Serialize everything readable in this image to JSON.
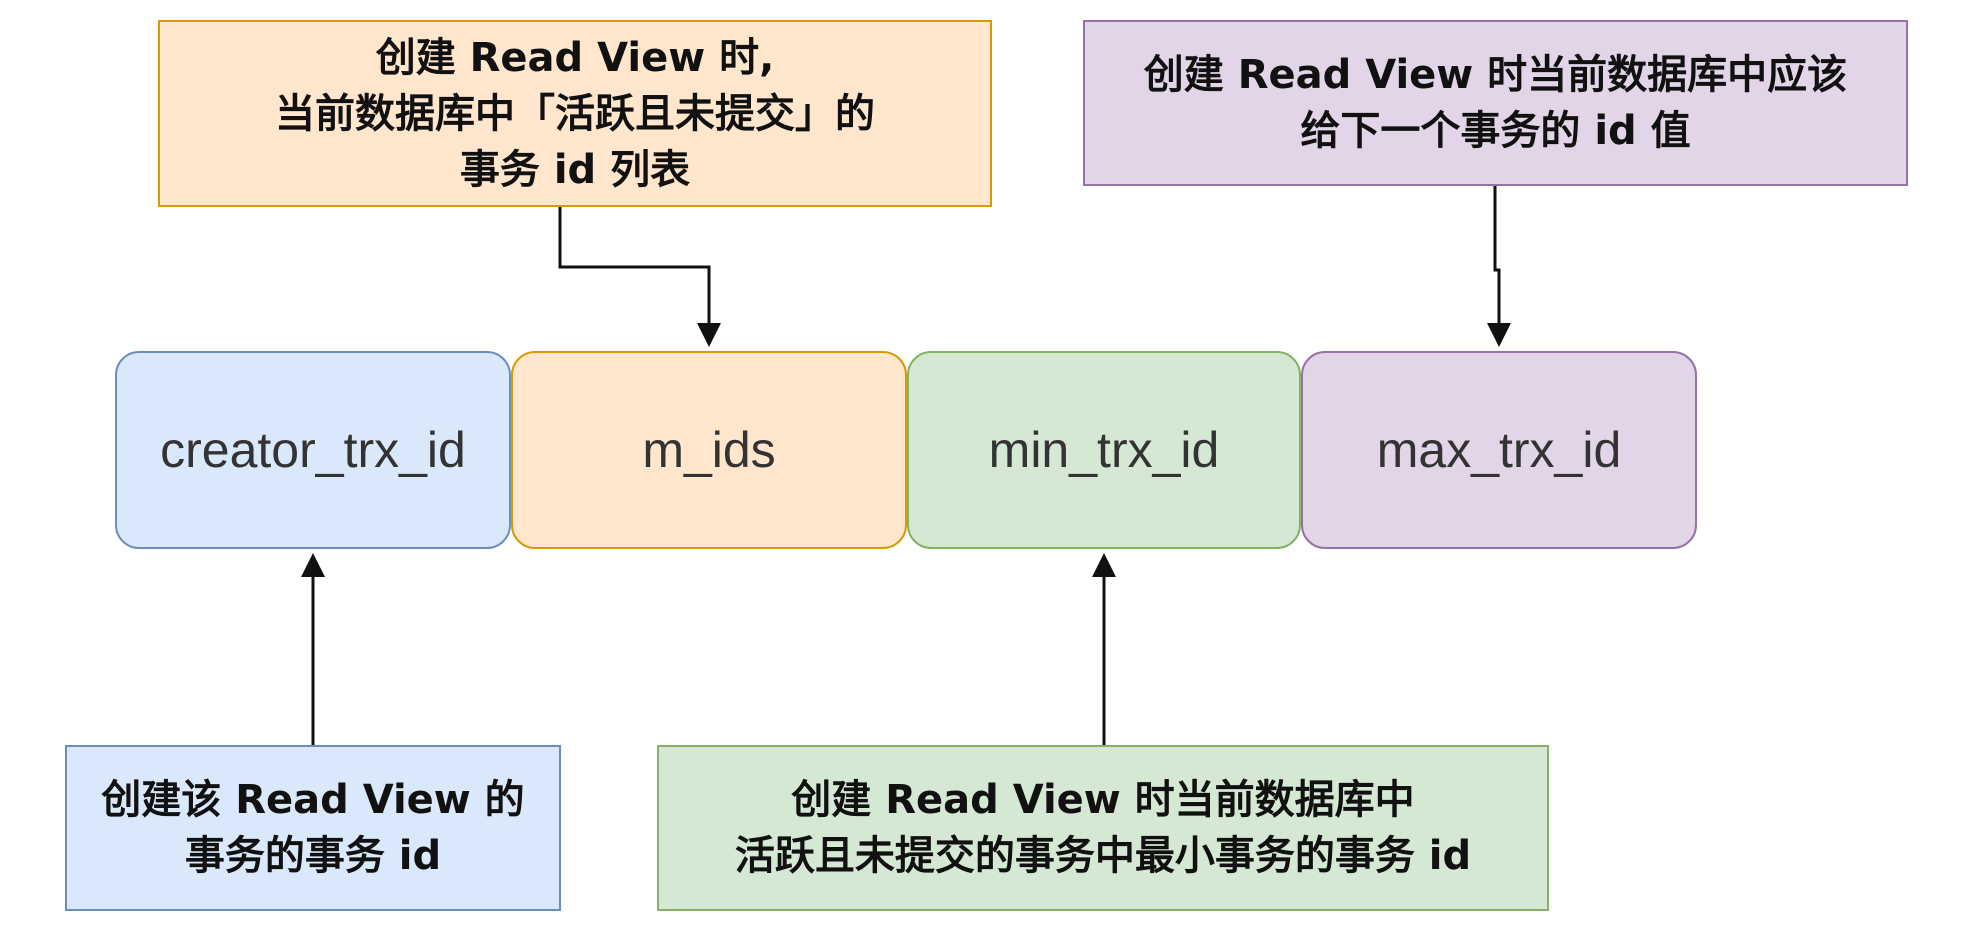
{
  "colors": {
    "blue_fill": "#dae8fc",
    "blue_stroke": "#6c8ebf",
    "orange_fill": "#ffe6cc",
    "orange_stroke": "#d79b00",
    "green_fill": "#d5e8d4",
    "green_stroke": "#82b366",
    "purple_fill": "#e1d5e7",
    "purple_stroke": "#9673a6",
    "arrow": "#111111"
  },
  "fields": {
    "creator_trx_id": "creator_trx_id",
    "m_ids": "m_ids",
    "min_trx_id": "min_trx_id",
    "max_trx_id": "max_trx_id"
  },
  "notes": {
    "m_ids": {
      "line1": "创建 Read View 时,",
      "line2": "当前数据库中「活跃且未提交」的",
      "line3": "事务 id 列表"
    },
    "max_trx_id": {
      "line1": "创建 Read View 时当前数据库中应该",
      "line2": "给下一个事务的 id 值"
    },
    "creator_trx_id": {
      "line1": "创建该 Read View 的",
      "line2": "事务的事务 id"
    },
    "min_trx_id": {
      "line1": "创建 Read View 时当前数据库中",
      "line2": "活跃且未提交的事务中最小事务的事务 id"
    }
  }
}
